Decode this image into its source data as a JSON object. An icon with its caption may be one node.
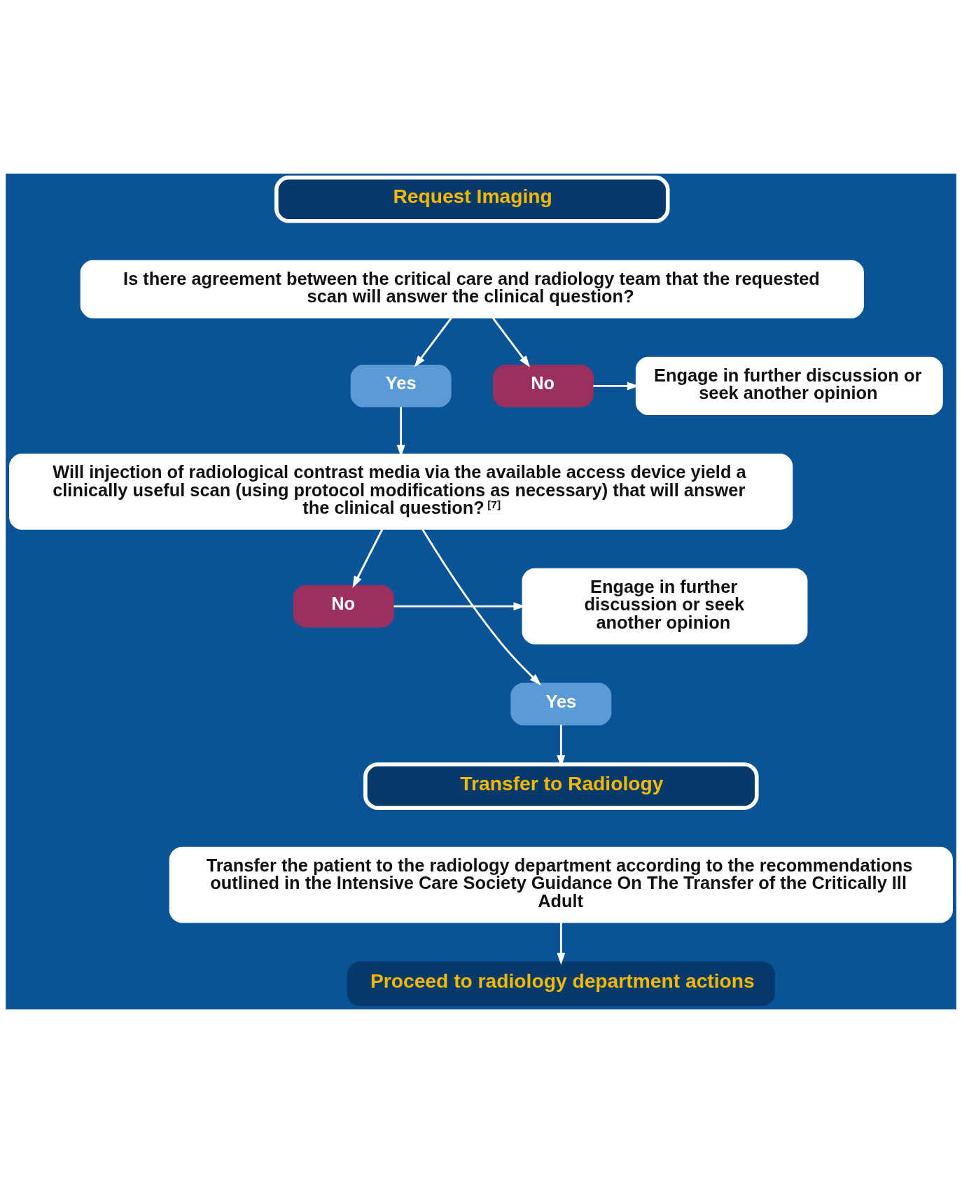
{
  "diagram": {
    "nodes": [
      {
        "text": [
          "Request Imaging"
        ]
      },
      {
        "text": [
          "Is there agreement between the critical care and radiology team that the requested scan will answer the clinical question?"
        ]
      },
      {
        "text": [
          "Yes"
        ]
      },
      {
        "text": [
          "No"
        ]
      },
      {
        "text": [
          "Engage in further discussion or seek another opinion"
        ]
      },
      {
        "text": [
          "Will injection of radiological contrast media via the available access device yield a clinically useful scan (using protocol modifications as necessary) that will answer the clinical question?$^{[7]}$"
        ]
      },
      {
        "text": [
          "No"
        ]
      },
      {
        "text": [
          "Engage in further discussion or seek another opinion"
        ]
      },
      {
        "text": [
          "Yes"
        ]
      },
      {
        "text": [
          "Transfer to Radiology"
        ]
      },
      {
        "text": [
          "Transfer the patient to the radiology department according to the recommendations outlined in the Intensive Care Society Guidance On The Transfer of the Critically Ill Adult"
        ]
      },
      {
        "text": [
          "Proceed to radiology department actions"
        ]
      }
    ],
    "edges": [
      {
        "from": 1,
        "to": 2,
        "arrow": "to"
      },
      {
        "from": 1,
        "to": 3,
        "arrow": "to"
      },
      {
        "from": 3,
        "to": 4,
        "arrow": "to"
      },
      {
        "from": 2,
        "to": 5,
        "arrow": "to"
      },
      {
        "from": 5,
        "to": 6,
        "arrow": "to"
      },
      {
        "from": 6,
        "to": 7,
        "arrow": "to"
      },
      {
        "from": 5,
        "to": 8,
        "arrow": "to"
      },
      {
        "from": 8,
        "to": 9,
        "arrow": "to"
      },
      {
        "from": 10,
        "to": 11,
        "arrow": "to"
      }
    ]
  }
}
